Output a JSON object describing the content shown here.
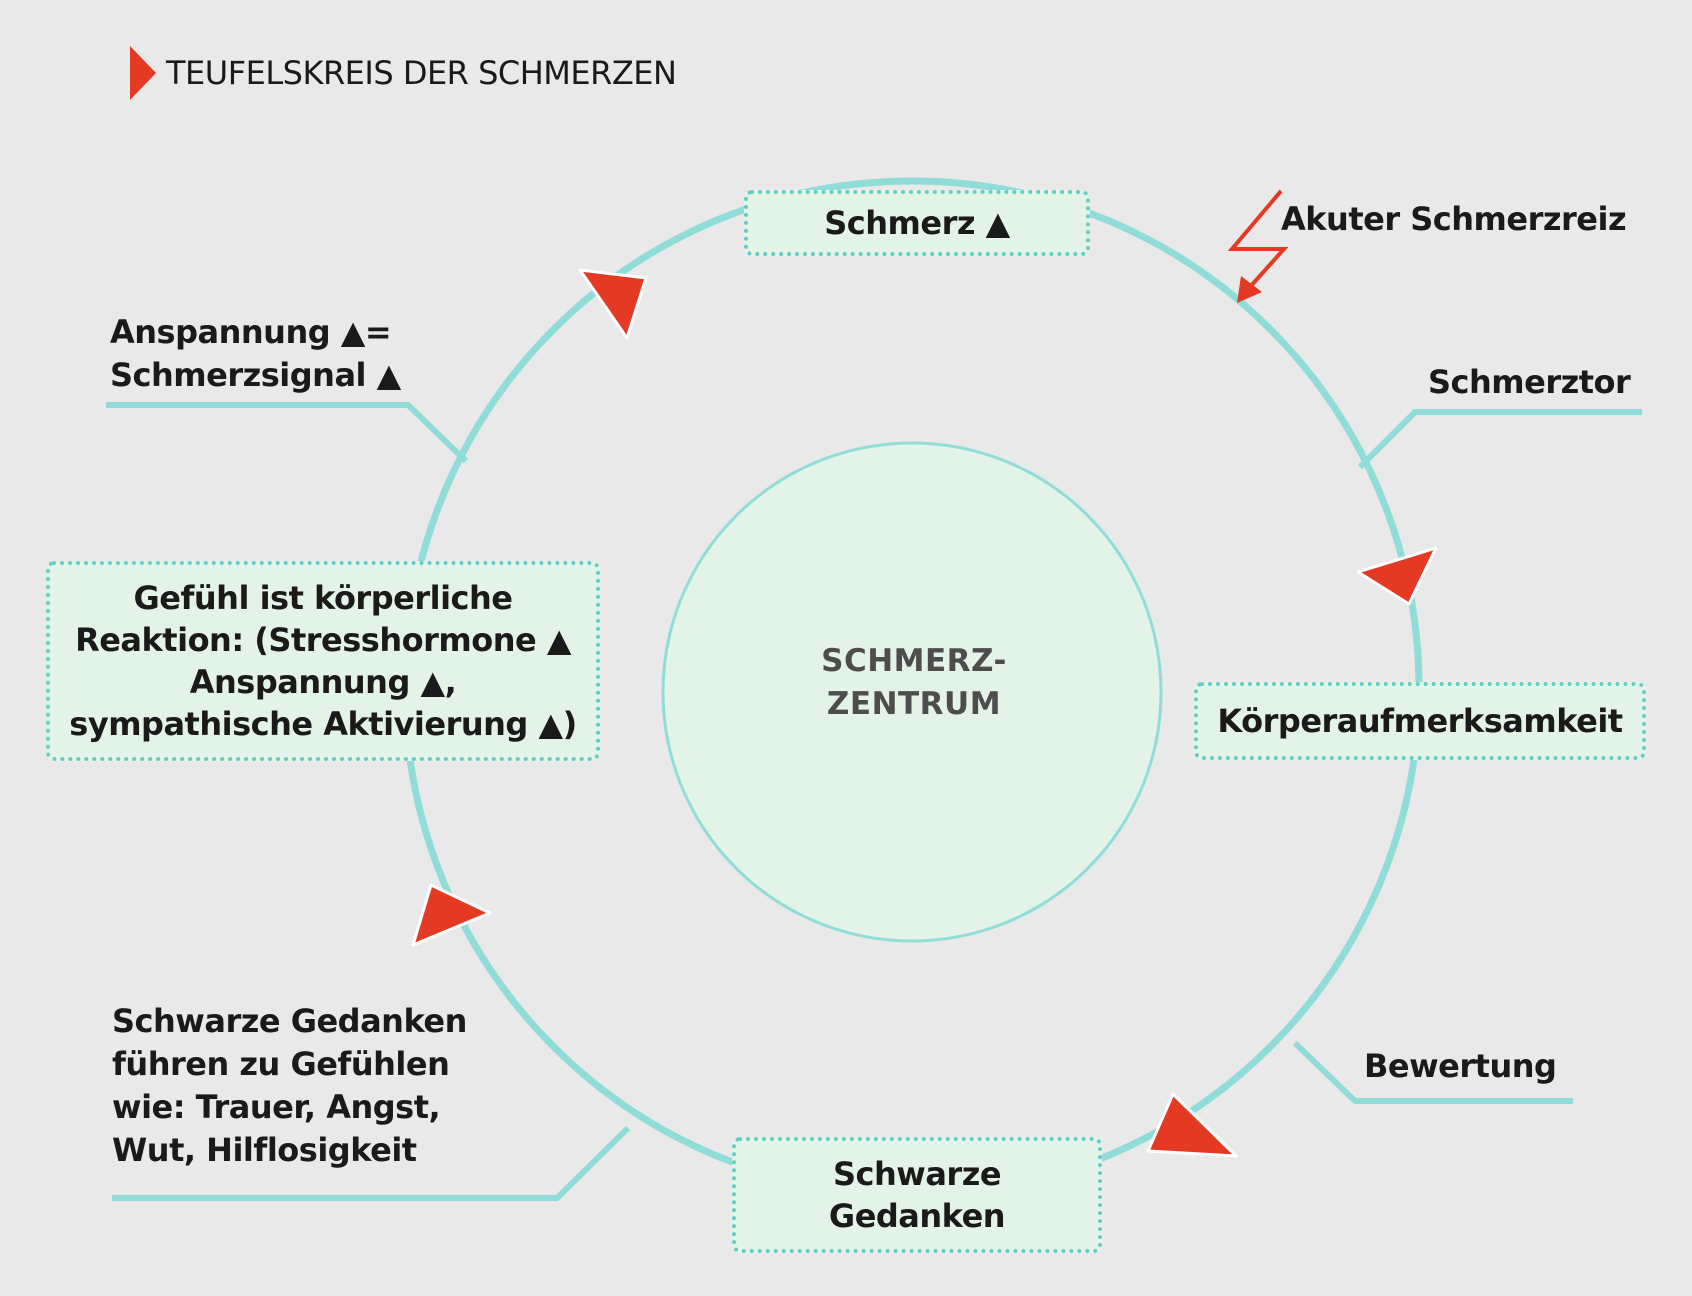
{
  "title": "TEUFELSKREIS DER SCHMERZEN",
  "center_label": "SCHMERZ-\nZENTRUM",
  "nodes": {
    "schmerz": "Schmerz ▲",
    "koerperaufmerksamkeit": "Körperaufmerksamkeit",
    "schwarze_gedanken": "Schwarze\nGedanken",
    "gefuehl": "Gefühl ist körperliche\nReaktion: (Stresshormone ▲\nAnspannung ▲,\nsympathische Aktivierung ▲)"
  },
  "labels": {
    "akuter_schmerzreiz": "Akuter Schmerzreiz",
    "schmerztor": "Schmerztor",
    "bewertung": "Bewertung",
    "anspannung": "Anspannung ▲=\nSchmerzsignal ▲",
    "schwarze_gedanken_gefuehle": "Schwarze Gedanken\nführen zu Gefühlen\nwie: Trauer, Angst,\nWut, Hilflosigkeit"
  },
  "colors": {
    "background": "#e9e9e9",
    "cycle_line": "#8fdcd8",
    "box_fill": "#e4f3e8",
    "box_border": "#62cdc5",
    "arrow": "#e43a24",
    "center_fill": "#e4f3e8"
  }
}
